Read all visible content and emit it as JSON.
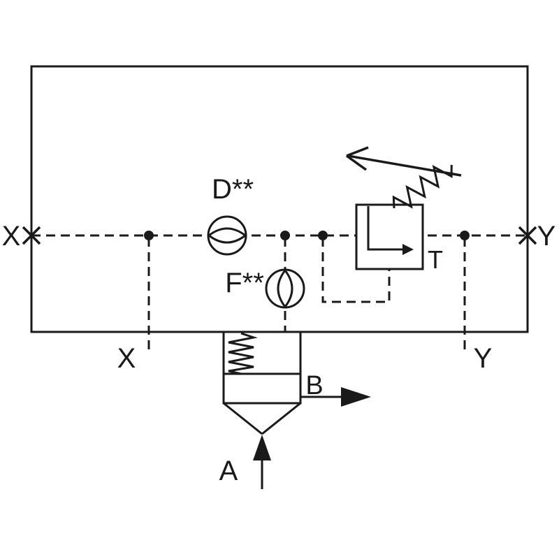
{
  "diagram": {
    "type": "hydraulic-schematic",
    "colors": {
      "line": "#1a1a1a",
      "background": "#ffffff"
    },
    "labels": {
      "port_x_left": "X",
      "port_y_right": "Y",
      "pilot_x_bottom": "X",
      "pilot_y_bottom": "Y",
      "orifice_d": "D**",
      "orifice_f": "F**",
      "tank_port": "T",
      "port_b": "B",
      "port_a": "A"
    },
    "icons": [
      "housing-outline",
      "plugged-port-x-icon",
      "plugged-port-y-icon",
      "pilot-line-dashed",
      "junction-dot",
      "orifice-d-icon",
      "orifice-f-icon",
      "pilot-relief-valve-icon",
      "adjustable-spring-icon",
      "adjustment-arrow-icon",
      "cartridge-poppet-valve-icon",
      "compression-spring-icon",
      "port-a-flow-arrow-icon",
      "port-b-flow-arrow-icon"
    ]
  }
}
